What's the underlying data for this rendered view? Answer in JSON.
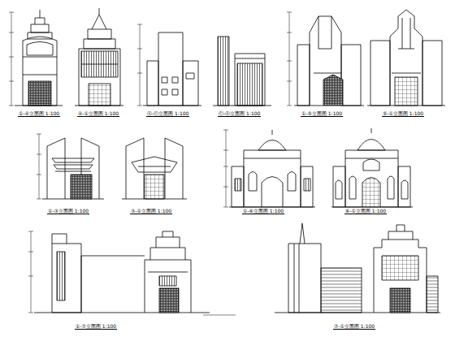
{
  "diagram": {
    "labels": [
      "①-④立面图 1:100",
      "④-①立面图 1:100",
      "Ⓐ-Ⓒ立面图 1:100",
      "Ⓒ-Ⓐ立面图 1:100",
      "①-⑤立面图 1:100",
      "⑤-①立面图 1:100",
      "①-③立面图 1:100",
      "③-①立面图 1:100",
      "①-⑥立面图 1:100",
      "⑥-①立面图 1:100",
      "①-⑦立面图 1:100",
      "⑦-①立面图 1:100"
    ]
  }
}
